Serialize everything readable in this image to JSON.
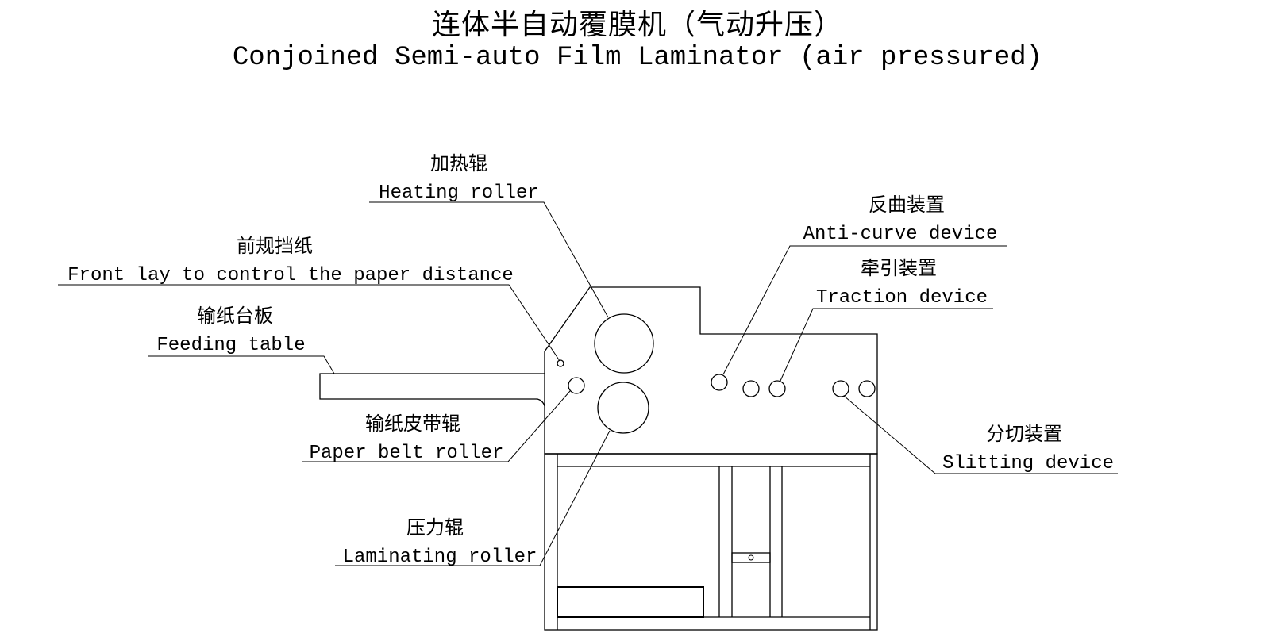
{
  "title": {
    "cn": "连体半自动覆膜机（气动升压）",
    "en": "Conjoined Semi-auto Film Laminator (air pressured)"
  },
  "labels": {
    "heating_roller": {
      "cn": "加热辊",
      "en": "Heating roller"
    },
    "front_lay": {
      "cn": "前规挡纸",
      "en": "Front lay to control the paper distance"
    },
    "feeding_table": {
      "cn": "输纸台板",
      "en": "Feeding table"
    },
    "paper_belt_roller": {
      "cn": "输纸皮带辊",
      "en": "Paper belt roller"
    },
    "laminating_roller": {
      "cn": "压力辊",
      "en": "Laminating roller"
    },
    "anti_curve": {
      "cn": "反曲装置",
      "en": "Anti-curve device"
    },
    "traction": {
      "cn": "牵引装置",
      "en": "Traction device"
    },
    "slitting": {
      "cn": "分切装置",
      "en": "Slitting device"
    }
  }
}
